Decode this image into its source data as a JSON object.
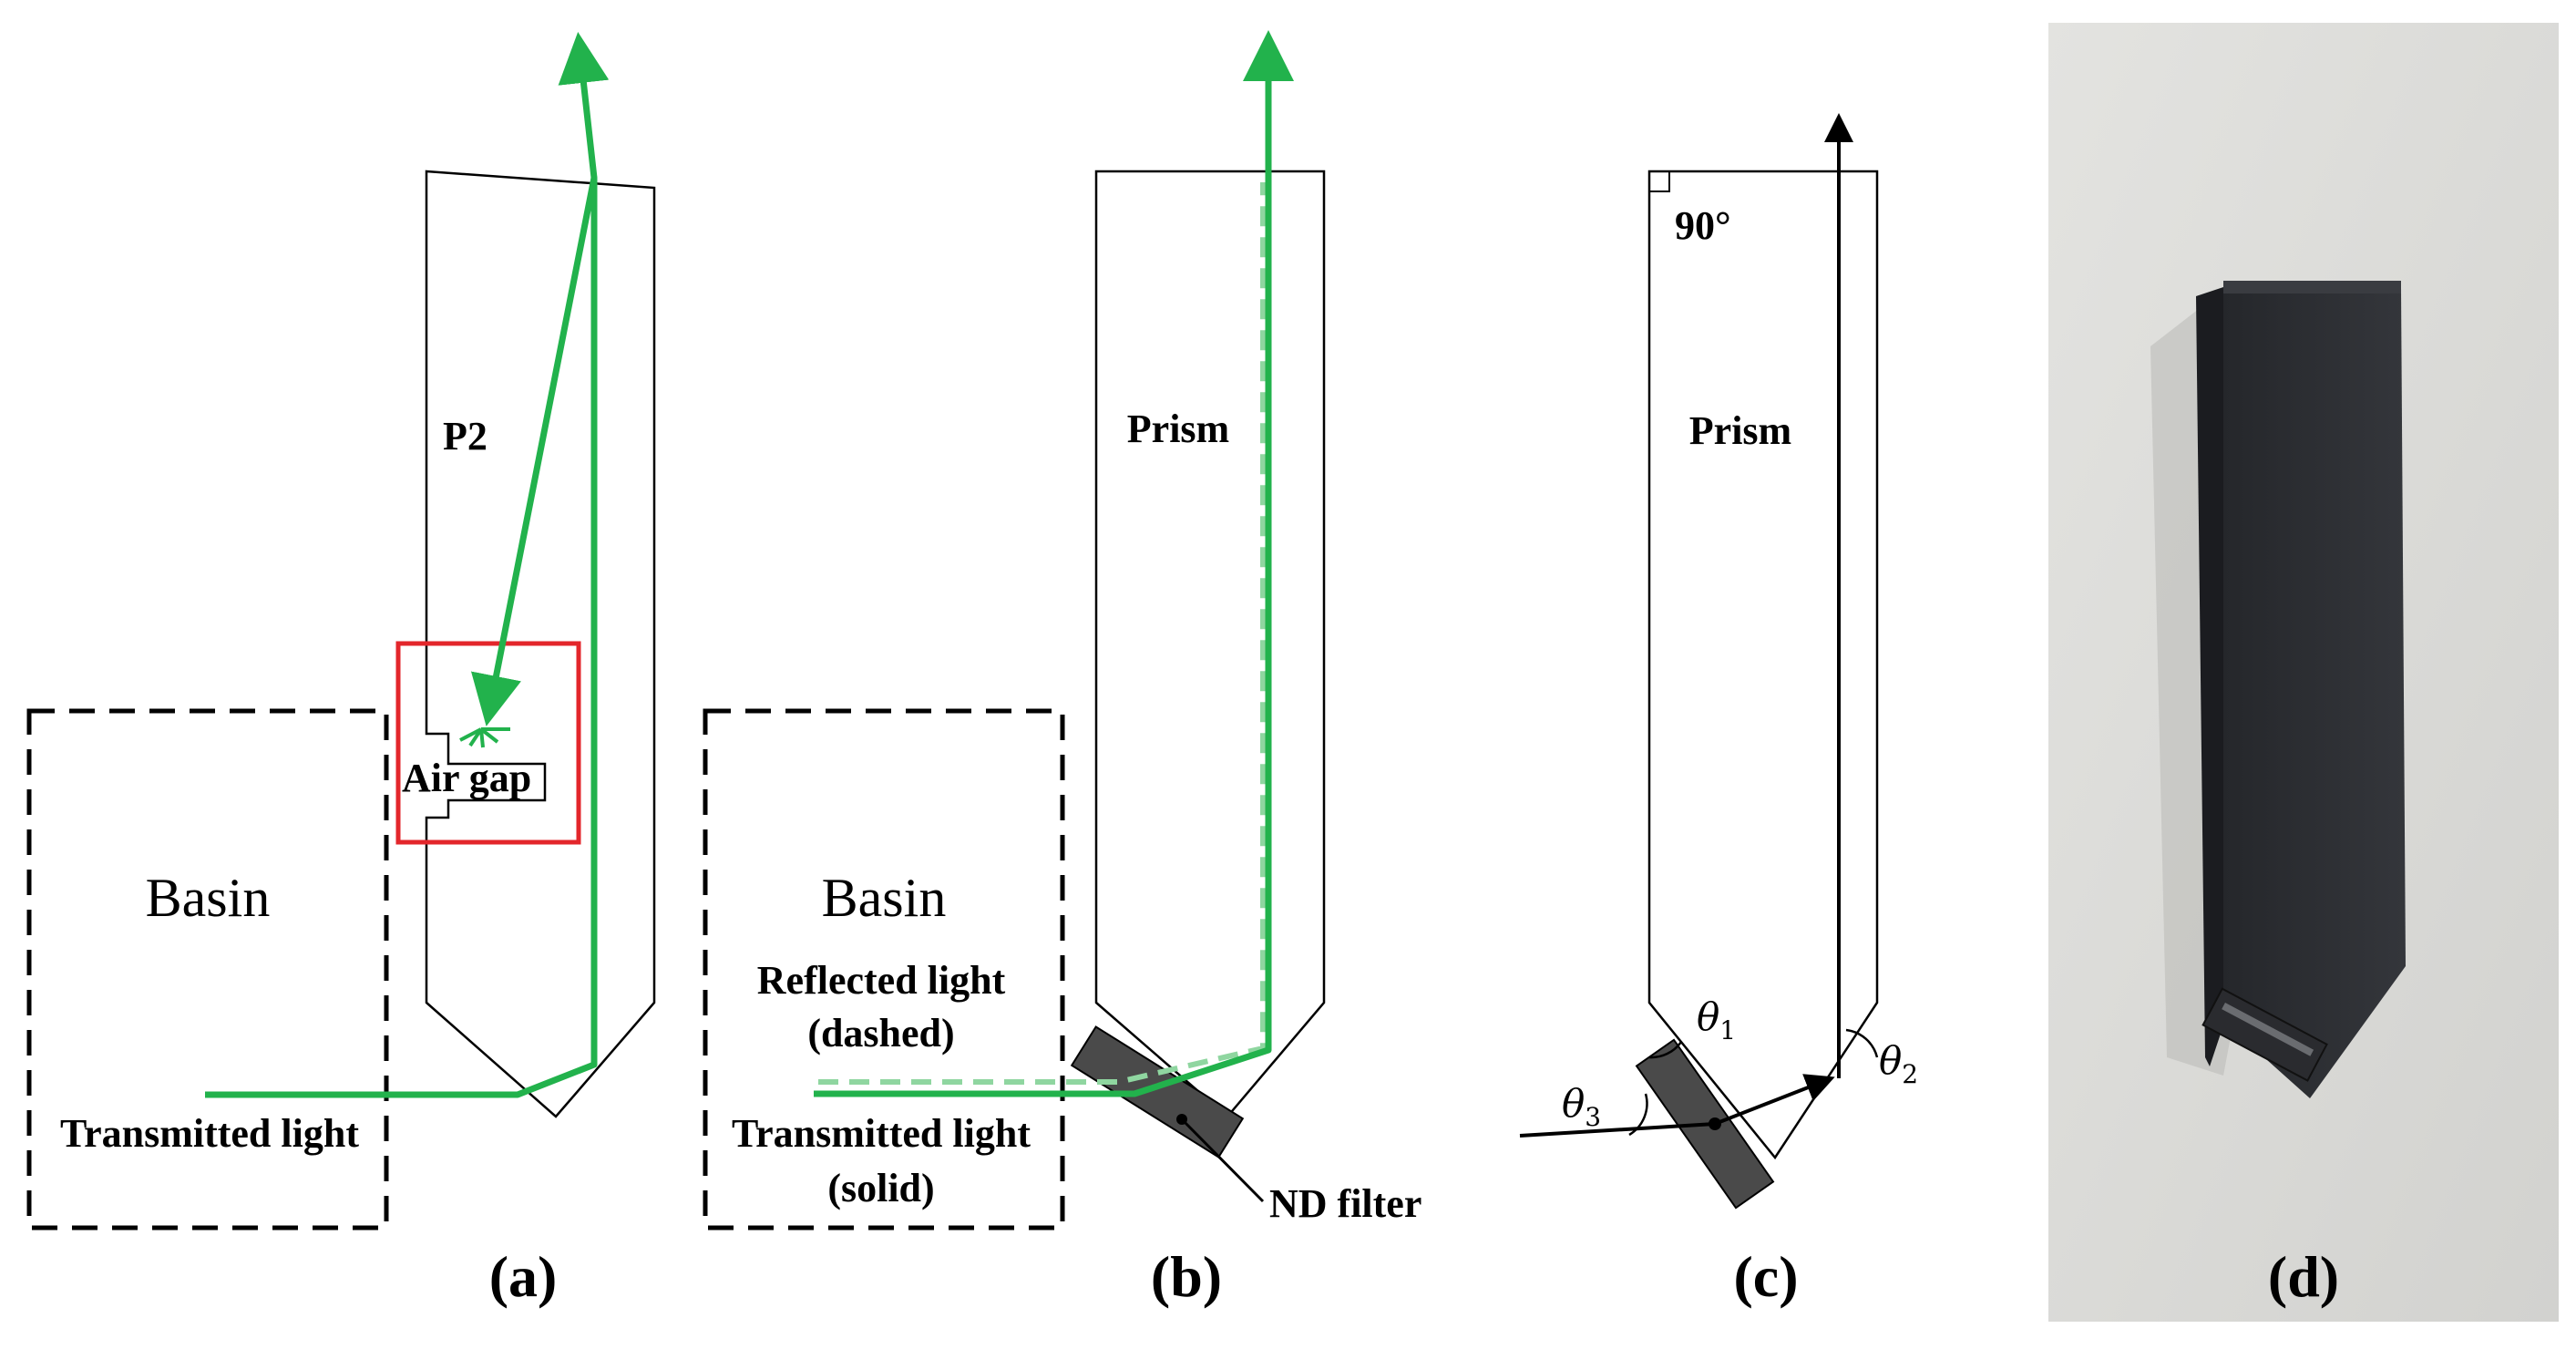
{
  "panels": {
    "a": {
      "caption": "(a)",
      "prism_label": "P2",
      "basin_label": "Basin",
      "air_gap_label": "Air gap",
      "light_label": "Transmitted light"
    },
    "b": {
      "caption": "(b)",
      "prism_label": "Prism",
      "basin_label": "Basin",
      "reflected_label_line1": "Reflected light",
      "reflected_label_line2": "(dashed)",
      "transmitted_label_line1": "Transmitted light",
      "transmitted_label_line2": "(solid)",
      "filter_label": "ND filter"
    },
    "c": {
      "caption": "(c)",
      "prism_label": "Prism",
      "angle_label": "90°",
      "theta1": "θ",
      "theta1_sub": "1",
      "theta2": "θ",
      "theta2_sub": "2",
      "theta3": "θ",
      "theta3_sub": "3"
    },
    "d": {
      "caption": "(d)"
    }
  },
  "colors": {
    "light_green": "#22b24c",
    "light_green_dashed": "#8fd6a0",
    "highlight_red": "#e3262b",
    "filter_gray": "#4a4a4a",
    "photo_background": "#dcdcd8",
    "photo_object": "#2b2d31"
  }
}
